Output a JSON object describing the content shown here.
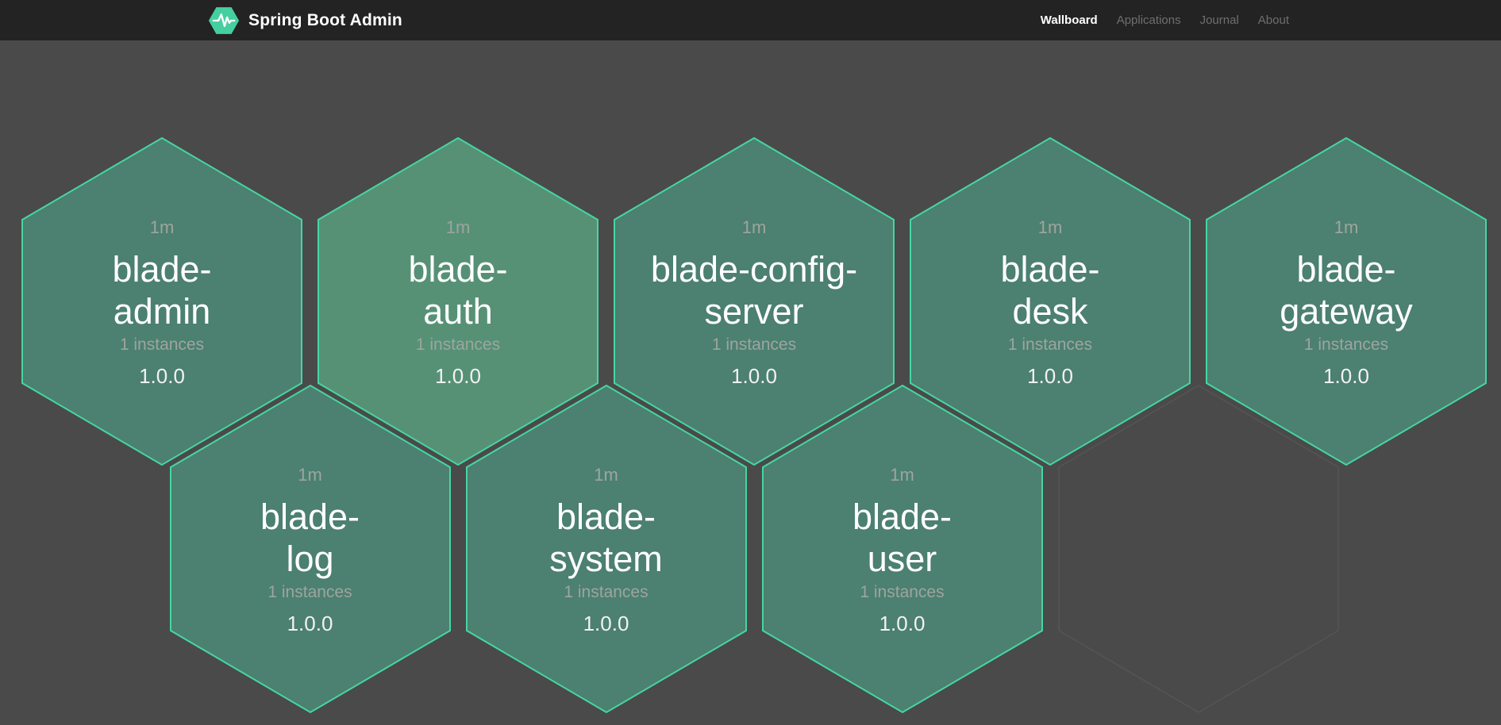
{
  "header": {
    "brand": "Spring Boot Admin",
    "logo_icon": "pulse-hexagon-icon",
    "nav": [
      {
        "label": "Wallboard",
        "active": true
      },
      {
        "label": "Applications",
        "active": false
      },
      {
        "label": "Journal",
        "active": false
      },
      {
        "label": "About",
        "active": false
      }
    ]
  },
  "wallboard": {
    "tiles": [
      {
        "name": "blade-admin",
        "name_lines": [
          "blade-",
          "admin"
        ],
        "uptime": "1m",
        "instances": "1 instances",
        "version": "1.0.0",
        "status": "up"
      },
      {
        "name": "blade-auth",
        "name_lines": [
          "blade-",
          "auth"
        ],
        "uptime": "1m",
        "instances": "1 instances",
        "version": "1.0.0",
        "status": "up",
        "highlight": true
      },
      {
        "name": "blade-config-server",
        "name_lines": [
          "blade-config-",
          "server"
        ],
        "uptime": "1m",
        "instances": "1 instances",
        "version": "1.0.0",
        "status": "up"
      },
      {
        "name": "blade-desk",
        "name_lines": [
          "blade-",
          "desk"
        ],
        "uptime": "1m",
        "instances": "1 instances",
        "version": "1.0.0",
        "status": "up"
      },
      {
        "name": "blade-gateway",
        "name_lines": [
          "blade-",
          "gateway"
        ],
        "uptime": "1m",
        "instances": "1 instances",
        "version": "1.0.0",
        "status": "up"
      },
      {
        "name": "blade-log",
        "name_lines": [
          "blade-",
          "log"
        ],
        "uptime": "1m",
        "instances": "1 instances",
        "version": "1.0.0",
        "status": "up"
      },
      {
        "name": "blade-system",
        "name_lines": [
          "blade-",
          "system"
        ],
        "uptime": "1m",
        "instances": "1 instances",
        "version": "1.0.0",
        "status": "up"
      },
      {
        "name": "blade-user",
        "name_lines": [
          "blade-",
          "user"
        ],
        "uptime": "1m",
        "instances": "1 instances",
        "version": "1.0.0",
        "status": "up"
      },
      {
        "name": "",
        "empty": true
      }
    ],
    "colors": {
      "tile_up": "#4c8070",
      "tile_up_highlight": "#569176",
      "tile_border": "#45d6a2",
      "empty_outline": "#5a5a5a"
    }
  },
  "colors": {
    "page_bg": "#4a4a4a",
    "header_bg": "#232323",
    "accent": "#45cfa1",
    "nav_inactive": "#6f6f6f",
    "text_muted": "#9da59f",
    "text_primary": "#ffffff"
  }
}
